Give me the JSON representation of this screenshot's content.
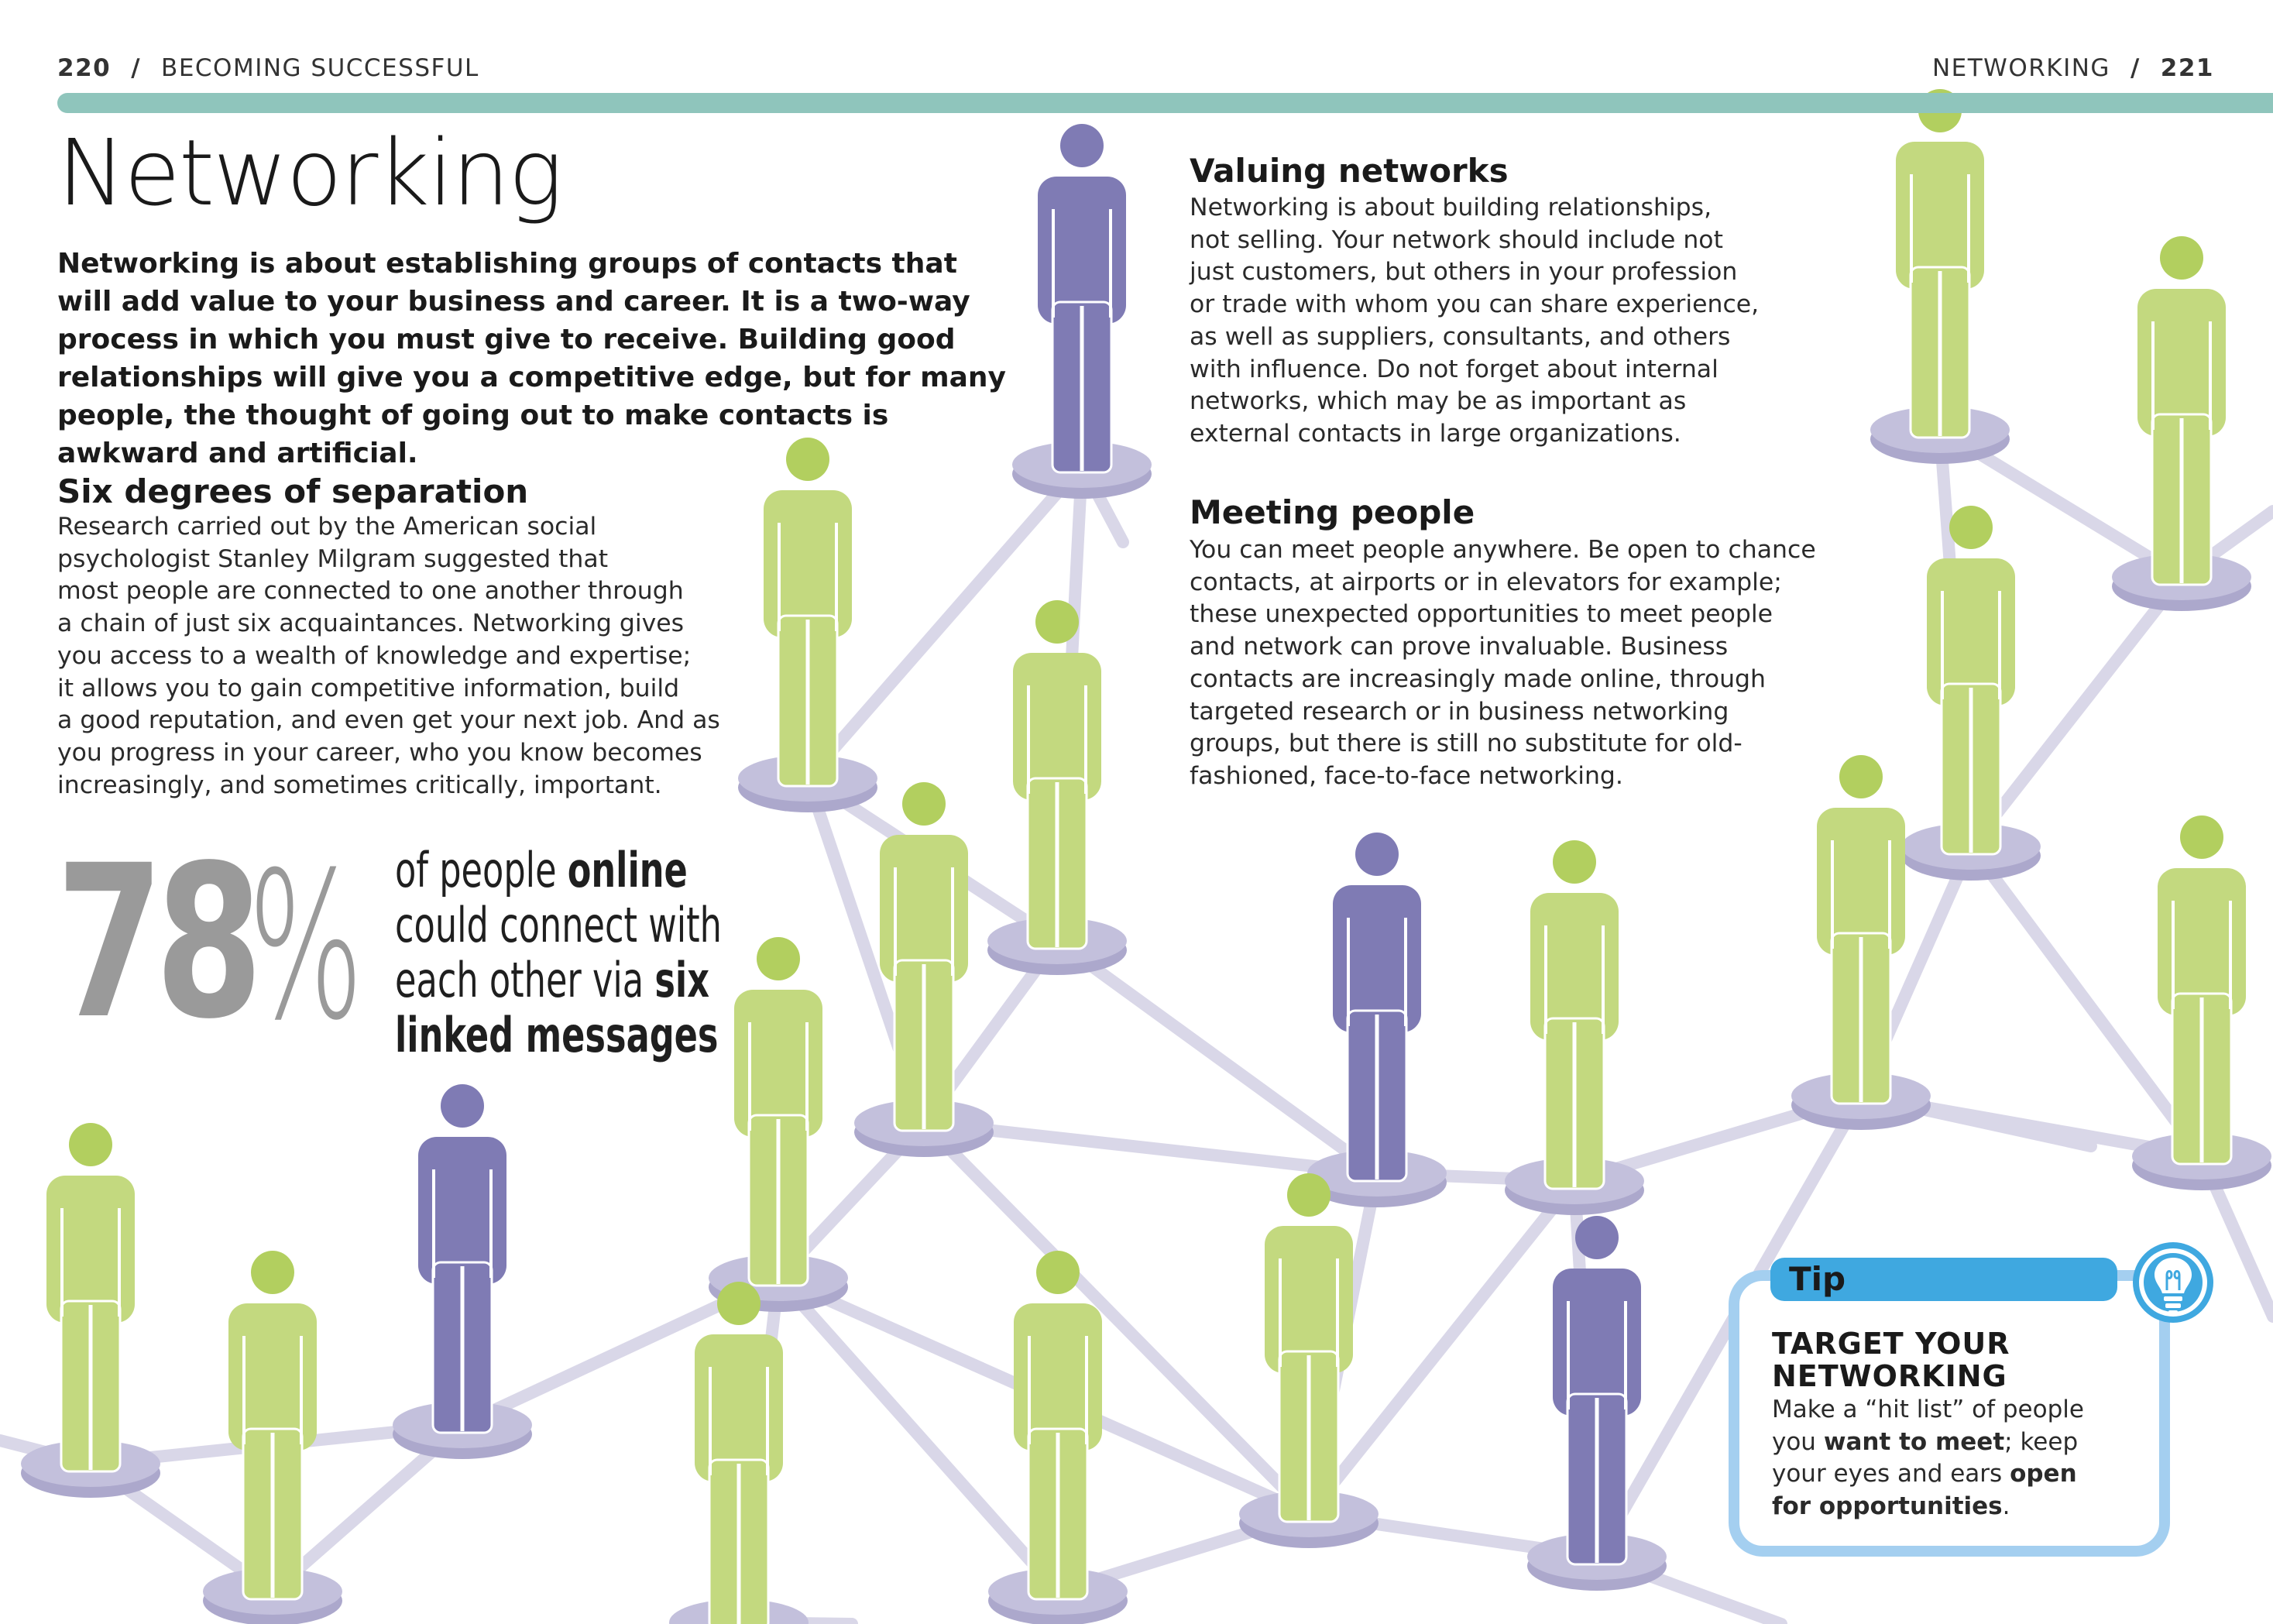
{
  "header": {
    "left_page_number": "220",
    "left_section": "BECOMING SUCCESSFUL",
    "separator": "/",
    "right_section": "NETWORKING",
    "right_page_number": "221"
  },
  "title": "Networking",
  "intro_lines": [
    "Networking is about establishing groups of contacts that will add",
    "value to your business and career. It is a two-way process in which",
    "you must give to receive. Building good relationships will give you",
    "a competitive edge, but for many people, the thought of going out",
    "to make contacts is awkward and artificial."
  ],
  "six_degrees": {
    "title": "Six degrees of separation",
    "lines": [
      "Research carried out by the American social",
      "psychologist Stanley Milgram suggested that",
      "most people are connected to one another through",
      "a chain of just six acquaintances. Networking gives",
      "you access to a wealth of knowledge and expertise;",
      "it allows you to gain competitive information, build",
      "a good reputation, and even get your next job. And as",
      "you progress in your career, who you know becomes",
      "increasingly, and sometimes critically, important."
    ]
  },
  "stat": {
    "number": "78",
    "percent": "%",
    "line1_a": "of people ",
    "line1_b": "online",
    "line2": "could connect with",
    "line3_a": "each other via ",
    "line3_b": "six",
    "line4": "linked messages"
  },
  "valuing_networks": {
    "title": "Valuing networks",
    "lines": [
      "Networking is about building relationships,",
      "not selling. Your network should include not",
      "just customers, but others in your profession",
      "or trade with whom you can share experience,",
      "as well as suppliers, consultants, and others",
      "with influence. Do not forget about internal",
      "networks, which may be as important as",
      "external contacts in large organizations."
    ]
  },
  "meeting_people": {
    "title": "Meeting people",
    "lines": [
      "You can meet people anywhere. Be open to chance",
      "contacts, at airports or in elevators for example;",
      "these unexpected opportunities to meet people",
      "and network can prove invaluable. Business",
      "contacts are increasingly made online, through",
      "targeted research or in business networking",
      "groups, but there is still no substitute for old-",
      "fashioned, face-to-face networking."
    ]
  },
  "tip": {
    "label": "Tip",
    "icon": "lightbulb-icon",
    "title_line1": "TARGET YOUR",
    "title_line2": "NETWORKING",
    "line1": "Make a “hit list” of people",
    "line2_a": "you ",
    "line2_b": "want to meet",
    "line2_c": "; keep",
    "line3_a": "your eyes and ears ",
    "line3_b": "open",
    "line4_a": "for opportunities",
    "line4_b": "."
  },
  "colors": {
    "rule": "#8fc5bc",
    "figure_green": "#c3d97f",
    "figure_green_head": "#b2cf5f",
    "figure_purple": "#7f7bb4",
    "platform": "#c3c0dc",
    "platform_side": "#aca8cc",
    "link_line": "#d9d7e8",
    "stat_gray": "#9a9a9a",
    "tip_blue": "#3fa8e0",
    "tip_frame": "#a4cff0"
  }
}
